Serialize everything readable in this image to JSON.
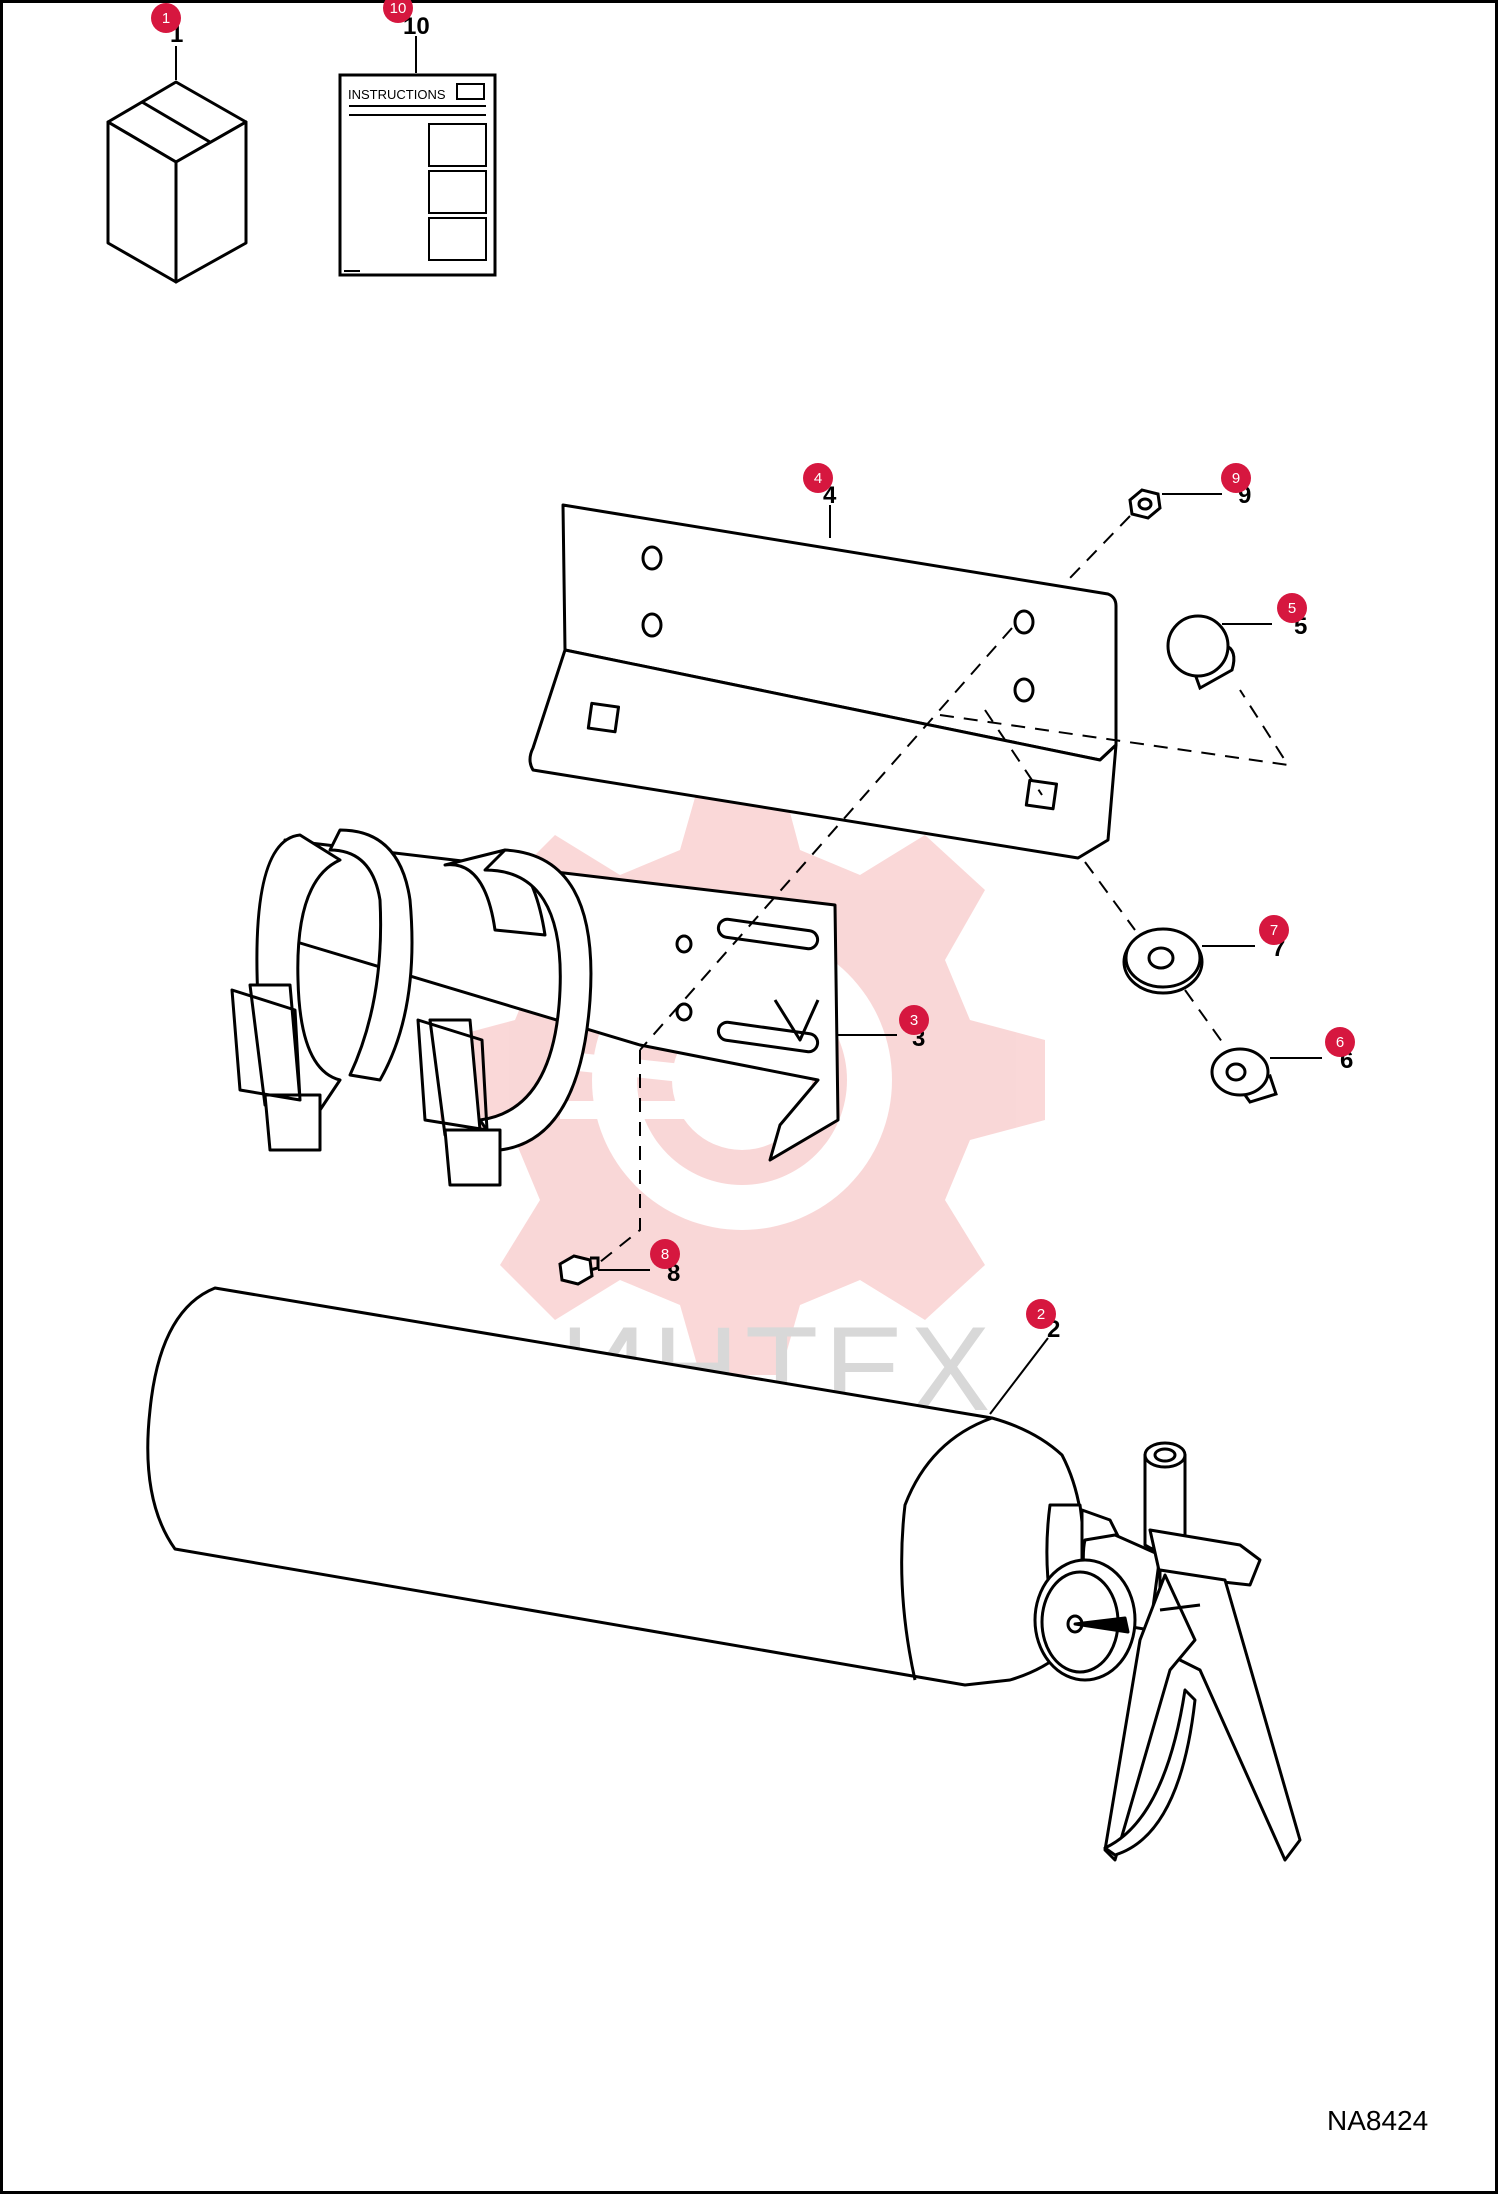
{
  "reference_code": "NA8424",
  "watermark_text": "ИНТЕХ",
  "instruction_sheet_title": "INSTRUCTIONS",
  "callout_color": "#d6173f",
  "watermark_color": "#f5b8b8",
  "parts": [
    {
      "number": "1",
      "name": "box-kit"
    },
    {
      "number": "2",
      "name": "fire-extinguisher"
    },
    {
      "number": "3",
      "name": "bracket-with-straps"
    },
    {
      "number": "4",
      "name": "mounting-plate"
    },
    {
      "number": "5",
      "name": "bolt"
    },
    {
      "number": "6",
      "name": "nut"
    },
    {
      "number": "7",
      "name": "washer"
    },
    {
      "number": "8",
      "name": "screw"
    },
    {
      "number": "9",
      "name": "hex-nut"
    },
    {
      "number": "10",
      "name": "instruction-sheet"
    }
  ]
}
